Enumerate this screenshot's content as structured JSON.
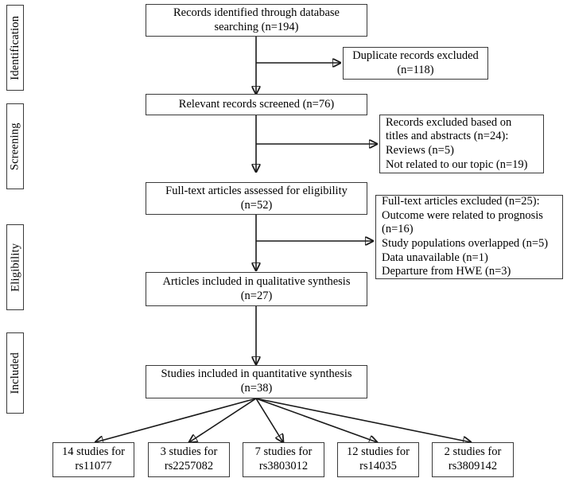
{
  "diagram": {
    "title": "PRISMA study selection flow diagram",
    "line_color": "#1a1a1a",
    "box_border_color": "#3a3a3a",
    "background": "#ffffff"
  },
  "stages": [
    {
      "id": "identification",
      "label": "Identification"
    },
    {
      "id": "screening",
      "label": "Screening"
    },
    {
      "id": "eligibility",
      "label": "Eligibility"
    },
    {
      "id": "included",
      "label": "Included"
    }
  ],
  "main_flow": [
    {
      "id": "records-identified",
      "text": "Records identified through database\nsearching (n=194)",
      "count": 194
    },
    {
      "id": "relevant-screened",
      "text": "Relevant records screened (n=76)",
      "count": 76
    },
    {
      "id": "fulltext-assessed",
      "text": "Full-text articles assessed for eligibility\n(n=52)",
      "count": 52
    },
    {
      "id": "qualitative-synthesis",
      "text": "Articles included in qualitative synthesis\n(n=27)",
      "count": 27
    },
    {
      "id": "quantitative-synthesis",
      "text": "Studies included in quantitative synthesis\n(n=38)",
      "count": 38
    }
  ],
  "exclusions": [
    {
      "id": "duplicates-excluded",
      "text": "Duplicate records excluded\n(n=118)",
      "count": 118
    },
    {
      "id": "screening-excluded",
      "text": "Records excluded based on\ntitles and abstracts (n=24):\nReviews (n=5)\nNot related to our topic (n=19)",
      "count": 24
    },
    {
      "id": "eligibility-excluded",
      "text": "Full-text articles excluded (n=25):\nOutcome were related to prognosis\n(n=16)\nStudy populations overlapped (n=5)\nData unavailable (n=1)\nDeparture from HWE (n=3)",
      "count": 25
    }
  ],
  "outcomes": [
    {
      "id": "rs11077",
      "text": "14 studies for\nrs11077",
      "studies": 14,
      "snp": "rs11077"
    },
    {
      "id": "rs2257082",
      "text": "3 studies for\nrs2257082",
      "studies": 3,
      "snp": "rs2257082"
    },
    {
      "id": "rs3803012",
      "text": "7 studies for\nrs3803012",
      "studies": 7,
      "snp": "rs3803012"
    },
    {
      "id": "rs14035",
      "text": "12 studies for\nrs14035",
      "studies": 12,
      "snp": "rs14035"
    },
    {
      "id": "rs3809142",
      "text": "2 studies for\nrs3809142",
      "studies": 2,
      "snp": "rs3809142"
    }
  ]
}
